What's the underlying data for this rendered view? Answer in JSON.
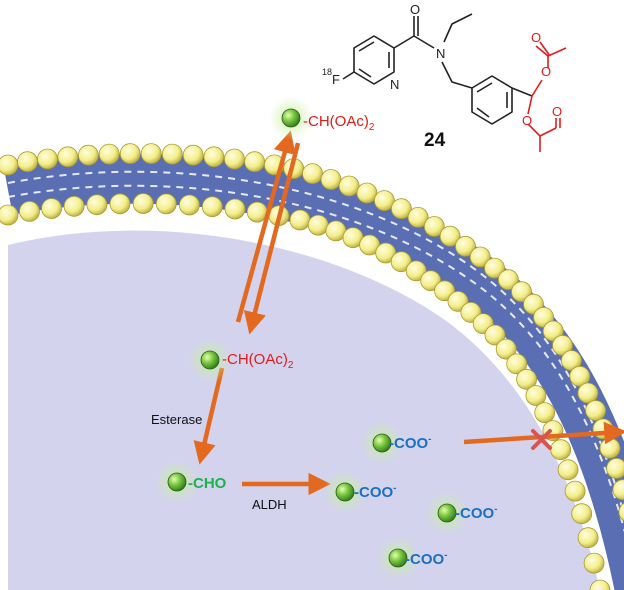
{
  "compound": {
    "number": "24",
    "fluorine_label": "F",
    "isotope": "18",
    "nitrogen_amide": "N",
    "nitrogen_ring": "N",
    "oxygen": "O"
  },
  "labels": {
    "outer_group": "-CH(OAc)",
    "inner_group": "-CH(OAc)",
    "subscript": "2",
    "aldehyde_group": "-CHO",
    "acid_group": "-COO",
    "charge": "-",
    "enzyme_esterase": "Esterase",
    "enzyme_aldh": "ALDH"
  },
  "colors": {
    "arrow": "#e2691f",
    "ester_text": "#e31b1b",
    "aldehyde_text": "#1bb24a",
    "acid_text": "#1b6fc2",
    "cell_interior": "#d3d3ee",
    "bilayer": "#5a6eb4",
    "lipid_head": "#f3ee8a",
    "block_mark": "#d9534f",
    "structure_red": "#e31b1b"
  }
}
